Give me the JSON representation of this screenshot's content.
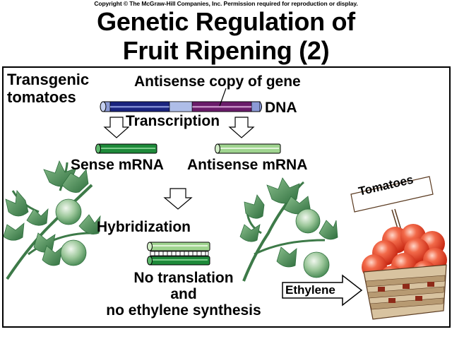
{
  "copyright": "Copyright © The McGraw-Hill Companies, Inc. Permission required for reproduction or display.",
  "title": {
    "line1": "Genetic Regulation of",
    "line2": "Fruit Ripening (2)"
  },
  "diagram": {
    "subject_line1": "Transgenic",
    "subject_line2": "tomatoes",
    "antisense_gene_label": "Antisense copy of gene",
    "dna_label": "DNA",
    "transcription_label": "Transcription",
    "sense_mrna_label": "Sense mRNA",
    "antisense_mrna_label": "Antisense mRNA",
    "hybridization_label": "Hybridization",
    "outcome_line1": "No translation",
    "outcome_line2": "and",
    "outcome_line3": "no ethylene synthesis",
    "ethylene_label": "Ethylene",
    "basket_sign_label": "Tomatoes"
  },
  "colors": {
    "dna_blue": "#1a237e",
    "dna_purple": "#6a1b6a",
    "sense_mrna": "#1e8a3a",
    "antisense_mrna": "#9fd48f",
    "leaf_green": "#4f8f5a",
    "tomato_red": "#e0402a"
  }
}
